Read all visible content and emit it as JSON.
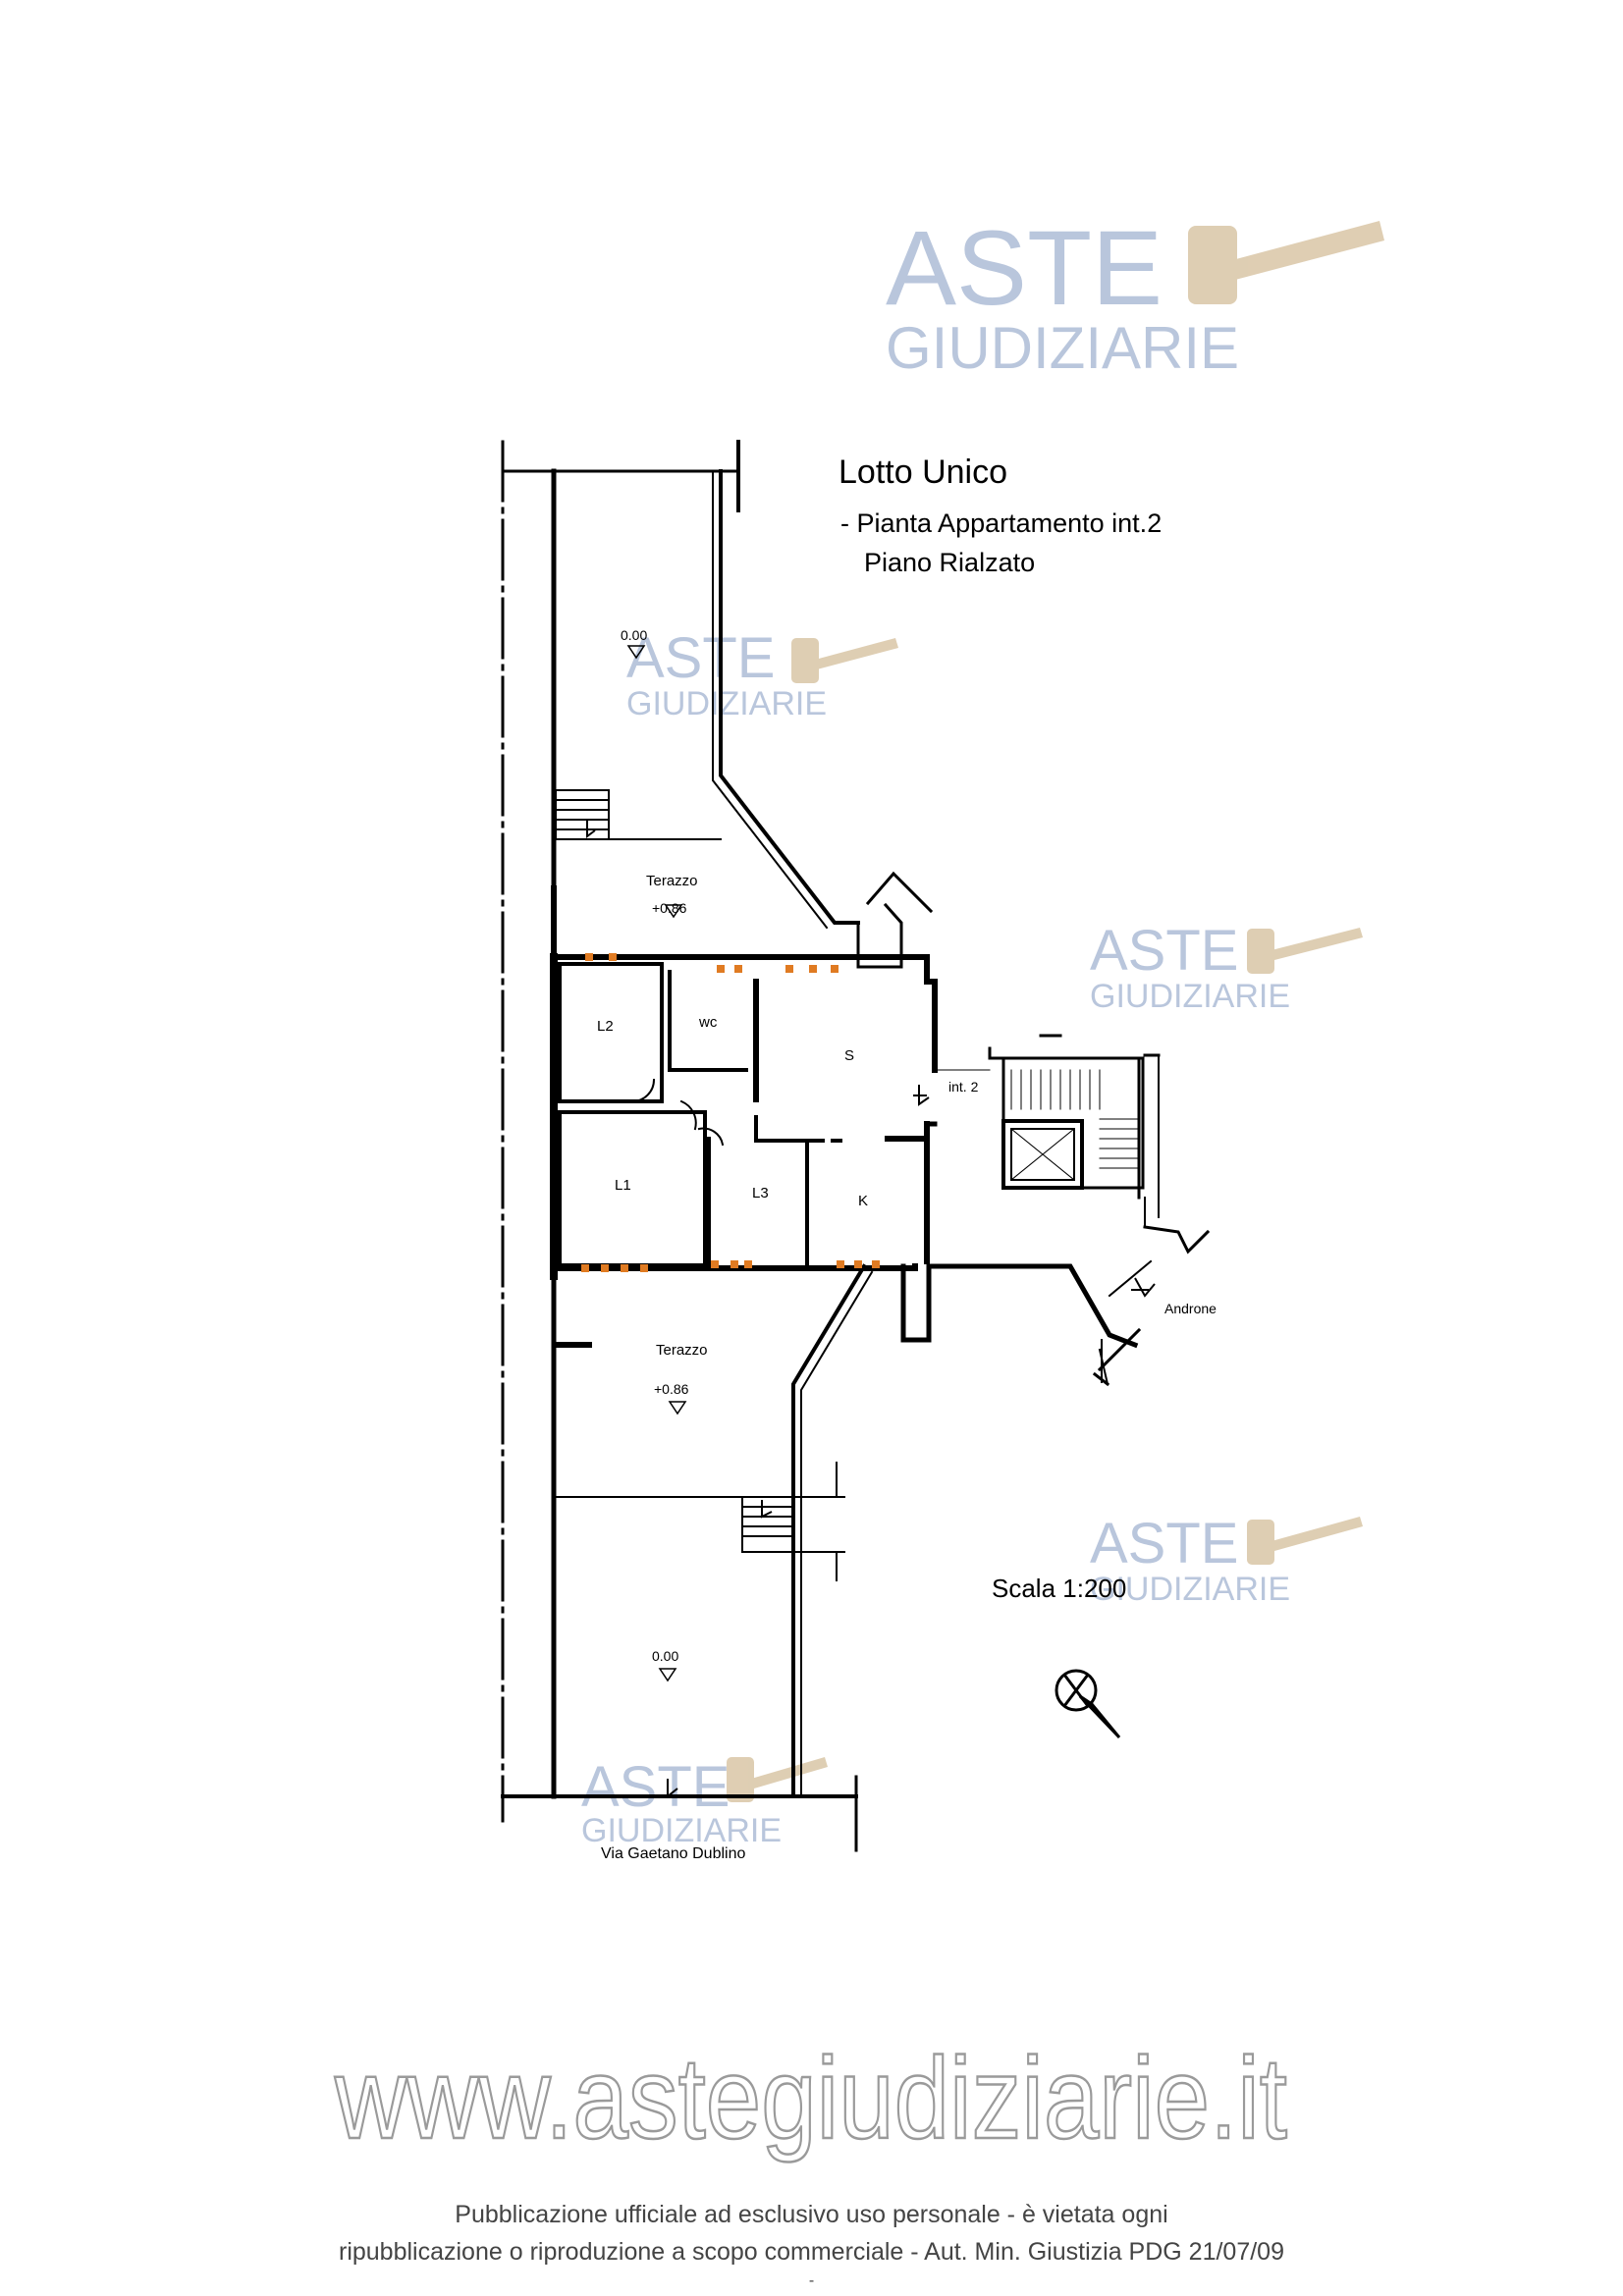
{
  "header": {
    "title": "Lotto Unico",
    "line1": "- Pianta Appartamento int.2",
    "line2": "Piano Rialzato"
  },
  "rooms": {
    "terrace_top": "Terazzo",
    "terrace_top_level": "+0.86",
    "terrace_bottom": "Terazzo",
    "terrace_bottom_level": "+0.86",
    "courtyard_top_level": "0.00",
    "courtyard_bottom_level": "0.00",
    "l1": "L1",
    "l2": "L2",
    "l3": "L3",
    "wc": "wc",
    "s": "S",
    "k": "K",
    "unit": "int. 2",
    "lobby": "Androne"
  },
  "scale_text": "Scala 1:200",
  "street": "Via Gaetano Dublino",
  "watermark": {
    "brand_top": "ASTE",
    "brand_bottom": "GIUDIZIARIE",
    "website": "www.astegiudiziarie.it"
  },
  "footer": {
    "line1": "Pubblicazione ufficiale ad esclusivo uso personale - è vietata ogni",
    "line2": "ripubblicazione o riproduzione a scopo commerciale - Aut. Min. Giustizia PDG 21/07/09",
    "line3": "-"
  },
  "colors": {
    "wall": "#000000",
    "window_marker": "#e07b22",
    "watermark_blue": "#b9c6dc",
    "watermark_gavel": "#d9c6a6",
    "footer_text": "#444444"
  }
}
